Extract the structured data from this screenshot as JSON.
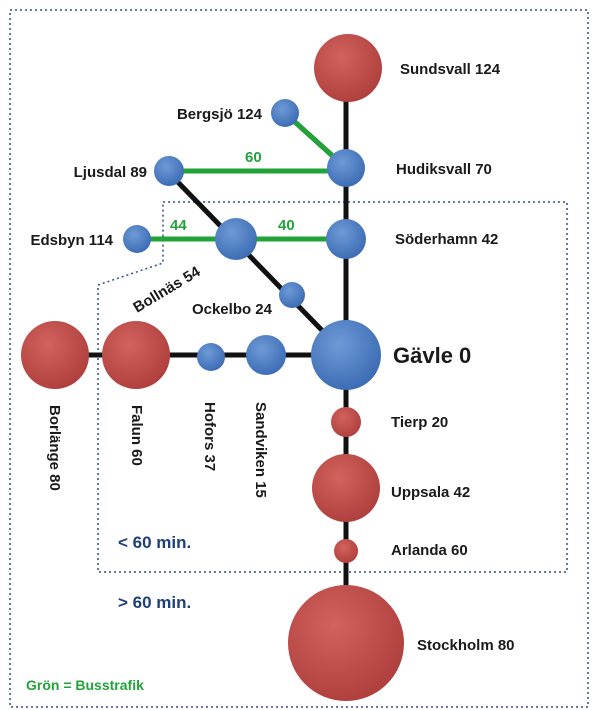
{
  "stations": {
    "sundsvall": "Sundsvall 124",
    "bergsjo": "Bergsjö 124",
    "hudiksvall": "Hudiksvall 70",
    "ljusdal": "Ljusdal 89",
    "edsbyn": "Edsbyn 114",
    "soderhamn": "Söderhamn 42",
    "bollnas": "Bollnäs 54",
    "ockelbo": "Ockelbo 24",
    "gavle": "Gävle 0",
    "borlange": "Borlänge 80",
    "falun": "Falun 60",
    "hofors": "Hofors 37",
    "sandviken": "Sandviken 15",
    "tierp": "Tierp 20",
    "uppsala": "Uppsala 42",
    "arlanda": "Arlanda 60",
    "stockholm": "Stockholm 80"
  },
  "bus_times": {
    "ljusdal_hudiksvall": "60",
    "edsbyn_bollnas": "44",
    "bollnas_soderhamn": "40"
  },
  "zones": {
    "inner": "< 60 min.",
    "outer": "> 60 min."
  },
  "legend": "Grön = Busstrafik",
  "colors": {
    "blue_node": "#4a7cc4",
    "red_node": "#c0504d",
    "bus_line": "#22a33a",
    "rail_line": "#111111",
    "zone_border": "#2e4f8f"
  }
}
